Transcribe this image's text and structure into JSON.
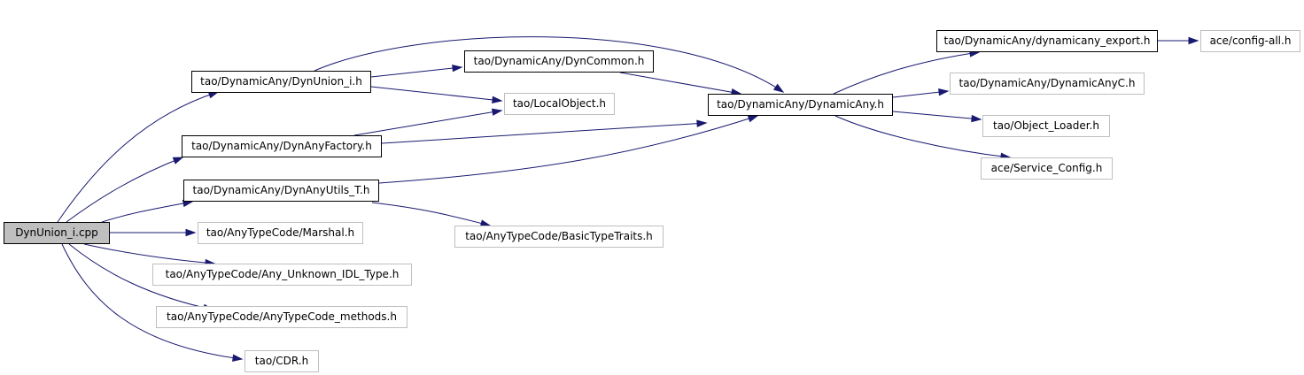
{
  "diagram": {
    "nodes": [
      {
        "id": "root",
        "label": "DynUnion_i.cpp",
        "kind": "root"
      },
      {
        "id": "dynunion_h",
        "label": "tao/DynamicAny/DynUnion_i.h",
        "kind": "linked"
      },
      {
        "id": "dyncommon",
        "label": "tao/DynamicAny/DynCommon.h",
        "kind": "linked"
      },
      {
        "id": "localobject",
        "label": "tao/LocalObject.h",
        "kind": "external"
      },
      {
        "id": "dynanyfactory",
        "label": "tao/DynamicAny/DynAnyFactory.h",
        "kind": "linked"
      },
      {
        "id": "dynanyutils",
        "label": "tao/DynamicAny/DynAnyUtils_T.h",
        "kind": "linked"
      },
      {
        "id": "marshal",
        "label": "tao/AnyTypeCode/Marshal.h",
        "kind": "external"
      },
      {
        "id": "basictypetraits",
        "label": "tao/AnyTypeCode/BasicTypeTraits.h",
        "kind": "external"
      },
      {
        "id": "anyunknown",
        "label": "tao/AnyTypeCode/Any_Unknown_IDL_Type.h",
        "kind": "external"
      },
      {
        "id": "anytypecodemethods",
        "label": "tao/AnyTypeCode/AnyTypeCode_methods.h",
        "kind": "external"
      },
      {
        "id": "cdr",
        "label": "tao/CDR.h",
        "kind": "external"
      },
      {
        "id": "dynamicany",
        "label": "tao/DynamicAny/DynamicAny.h",
        "kind": "linked"
      },
      {
        "id": "export",
        "label": "tao/DynamicAny/dynamicany_export.h",
        "kind": "linked"
      },
      {
        "id": "configall",
        "label": "ace/config-all.h",
        "kind": "external"
      },
      {
        "id": "dynamicanyc",
        "label": "tao/DynamicAny/DynamicAnyC.h",
        "kind": "external"
      },
      {
        "id": "objectloader",
        "label": "tao/Object_Loader.h",
        "kind": "external"
      },
      {
        "id": "serviceconfig",
        "label": "ace/Service_Config.h",
        "kind": "external"
      }
    ],
    "edges": [
      {
        "from": "root",
        "to": "dynunion_h"
      },
      {
        "from": "root",
        "to": "dynanyfactory"
      },
      {
        "from": "root",
        "to": "dynanyutils"
      },
      {
        "from": "root",
        "to": "marshal"
      },
      {
        "from": "root",
        "to": "anyunknown"
      },
      {
        "from": "root",
        "to": "anytypecodemethods"
      },
      {
        "from": "root",
        "to": "cdr"
      },
      {
        "from": "dynunion_h",
        "to": "dyncommon"
      },
      {
        "from": "dynunion_h",
        "to": "localobject"
      },
      {
        "from": "dynunion_h",
        "to": "dynamicany"
      },
      {
        "from": "dyncommon",
        "to": "dynamicany"
      },
      {
        "from": "dynanyfactory",
        "to": "localobject"
      },
      {
        "from": "dynanyfactory",
        "to": "dynamicany"
      },
      {
        "from": "dynanyutils",
        "to": "dynamicany"
      },
      {
        "from": "dynanyutils",
        "to": "basictypetraits"
      },
      {
        "from": "dynamicany",
        "to": "export"
      },
      {
        "from": "dynamicany",
        "to": "dynamicanyc"
      },
      {
        "from": "dynamicany",
        "to": "objectloader"
      },
      {
        "from": "dynamicany",
        "to": "serviceconfig"
      },
      {
        "from": "export",
        "to": "configall"
      }
    ]
  }
}
